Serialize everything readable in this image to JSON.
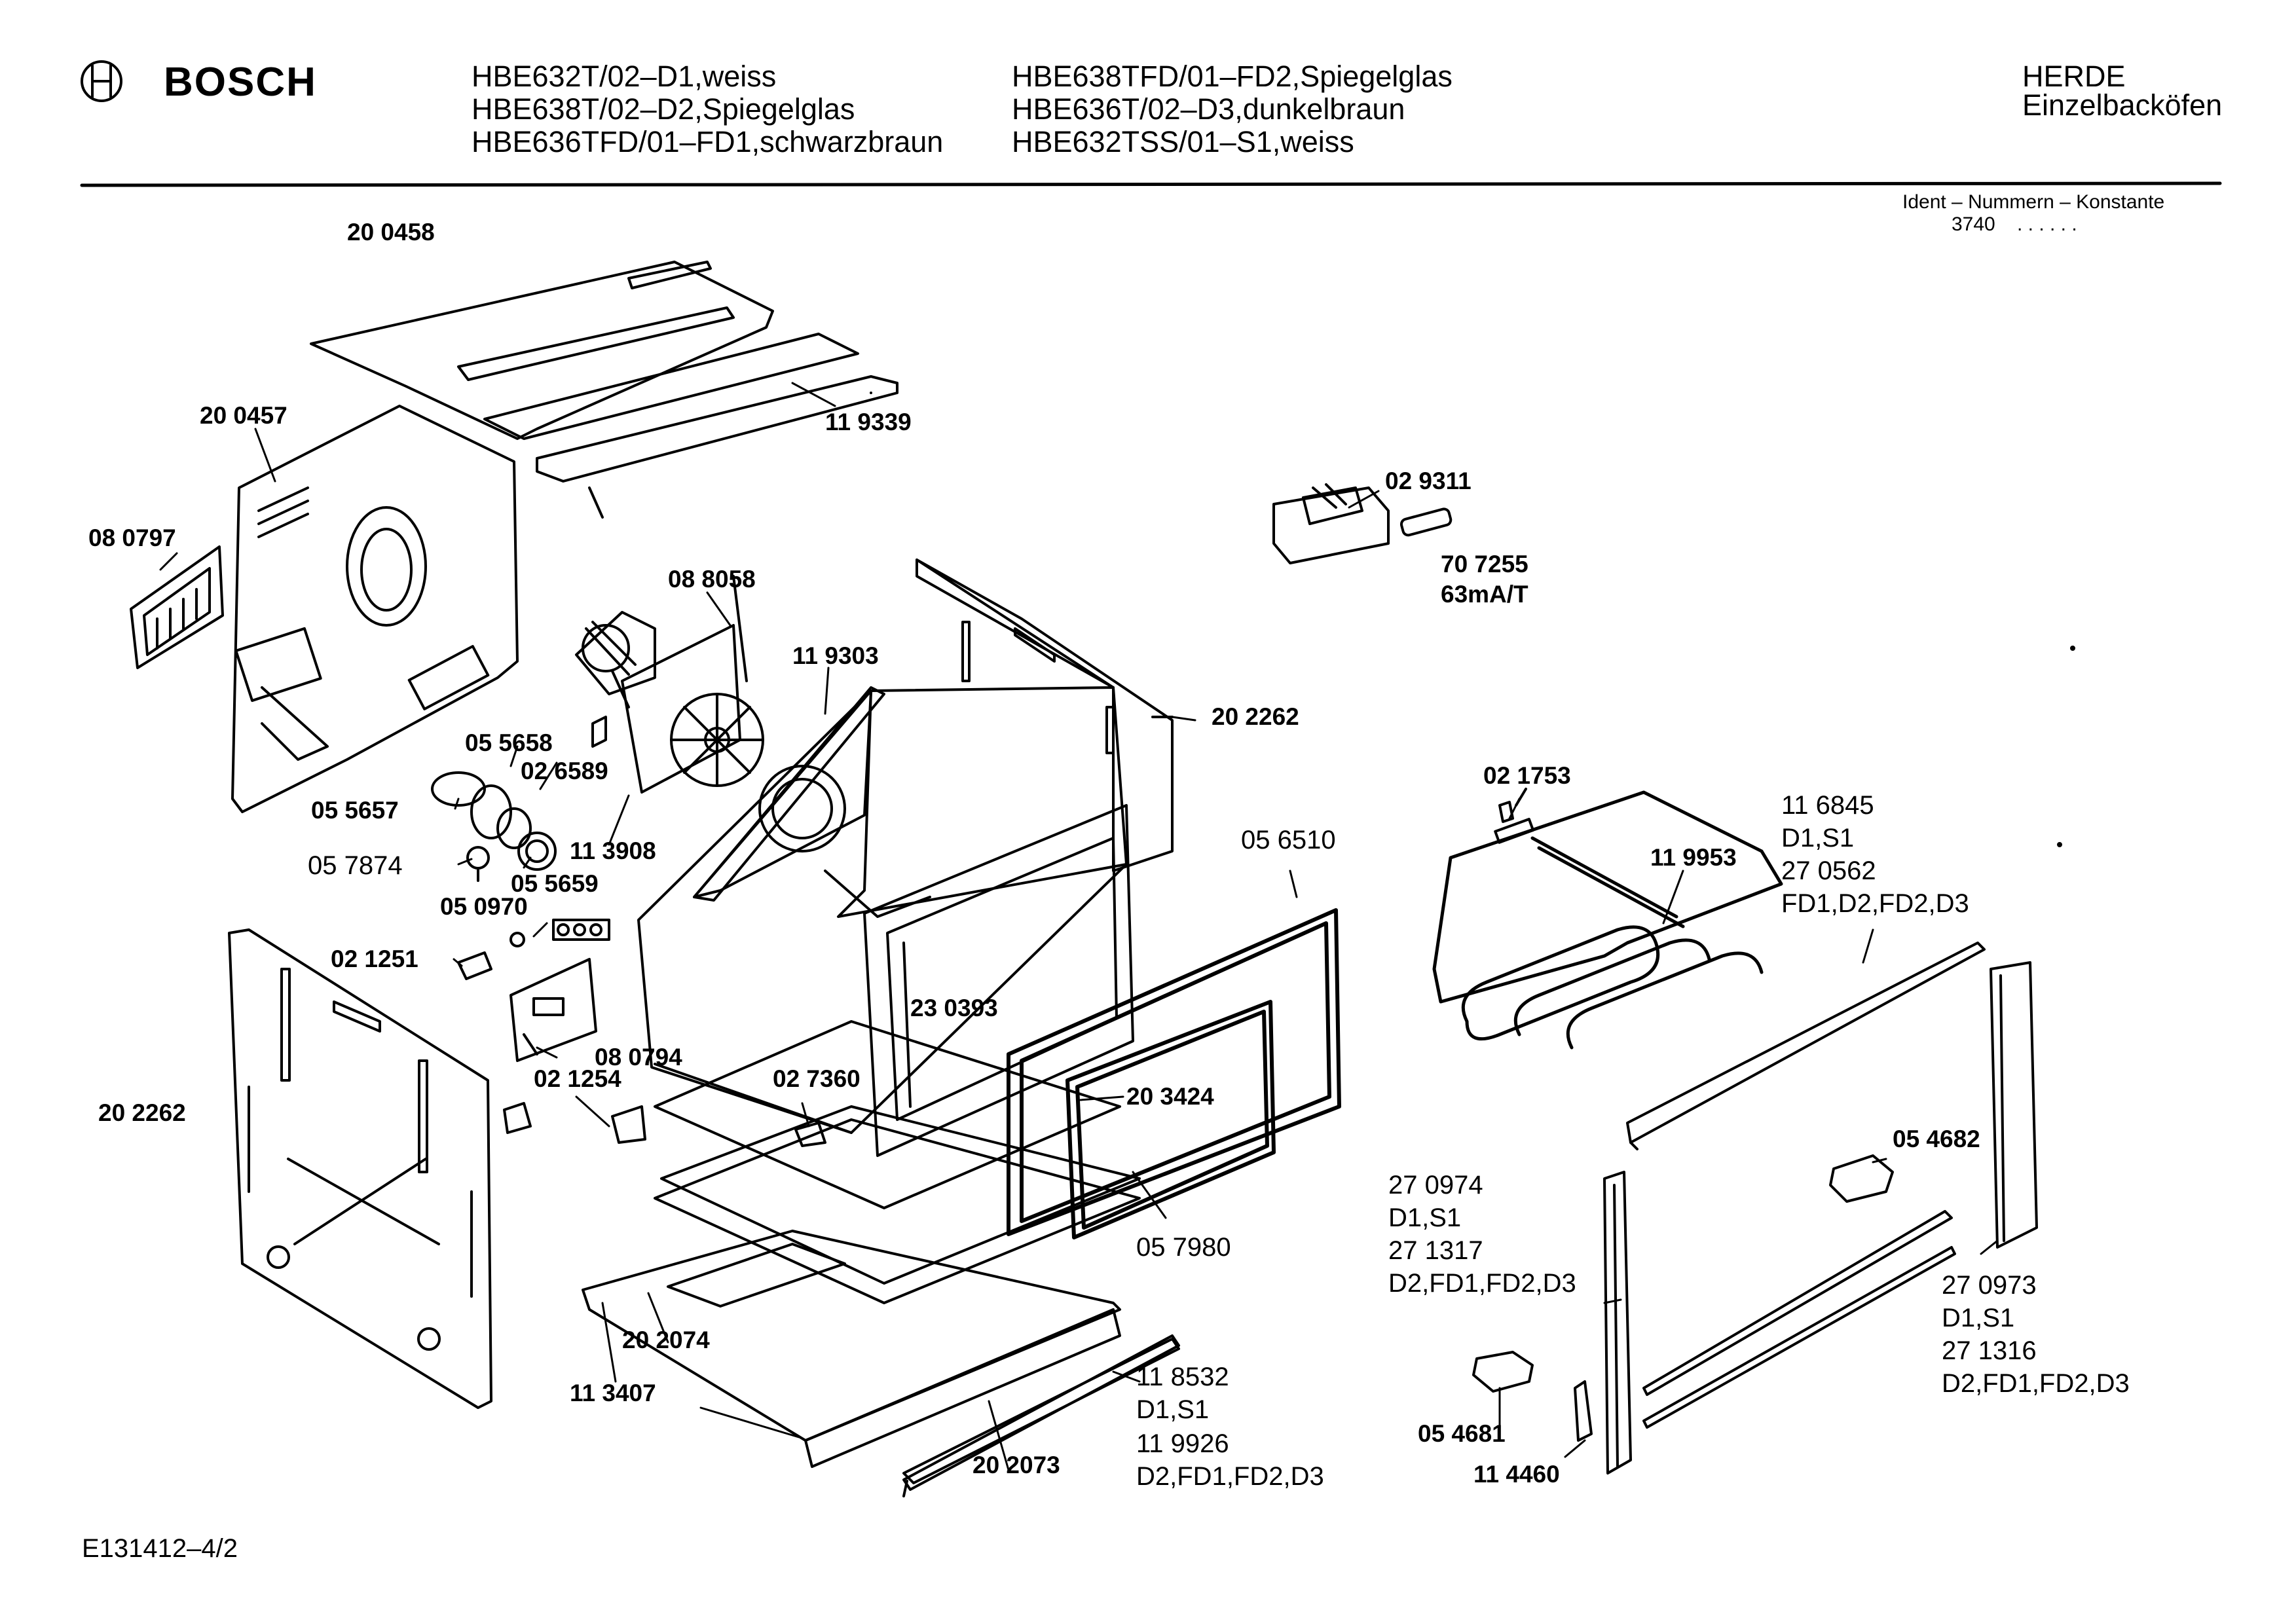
{
  "header": {
    "brand": "BOSCH",
    "models_col1": [
      "HBE632T/02–D1,weiss",
      "HBE638T/02–D2,Spiegelglas",
      "HBE636TFD/01–FD1,schwarzbraun"
    ],
    "models_col2": [
      "HBE638TFD/01–FD2,Spiegelglas",
      "HBE636T/02–D3,dunkelbraun",
      "HBE632TSS/01–S1,weiss"
    ],
    "category": [
      "HERDE",
      "Einzelbacköfen"
    ],
    "ident_title": "Ident – Nummern – Konstante",
    "ident_value": "3740",
    "ident_dots": ". .   . . . ."
  },
  "parts": {
    "p200458": "20 0458",
    "p119339": "11 9339",
    "p200457": "20 0457",
    "p080797": "08 0797",
    "p088058": "08 8058",
    "p119303": "11 9303",
    "p029311": "02 9311",
    "p707255": "70 7255",
    "p63ma": "63mA/T",
    "p202262a": "20 2262",
    "p055658": "05 5658",
    "p026589": "02 6589",
    "p055657": "05 5657",
    "p113908": "11 3908",
    "p057874": "05 7874",
    "p055659": "05 5659",
    "p050970": "05 0970",
    "p021251": "02 1251",
    "p080794": "08 0794",
    "p021254": "02 1254",
    "p027360": "02 7360",
    "p230393": "23 0393",
    "p203424": "20 3424",
    "p056510": "05 6510",
    "p057980": "05 7980",
    "p202262b": "20 2262",
    "p202074": "20 2074",
    "p113407": "11 3407",
    "p202073": "20 2073",
    "p118532": "11 8532",
    "p118532_v": "D1,S1",
    "p119926": "11 9926",
    "p119926_v": "D2,FD1,FD2,D3",
    "p021753": "02 1753",
    "p119953": "11 9953",
    "p116845": "11 6845",
    "p116845_v": "D1,S1",
    "p270562": "27 0562",
    "p270562_v": "FD1,D2,FD2,D3",
    "p054682": "05 4682",
    "p270974": "27 0974",
    "p270974_v": "D1,S1",
    "p271317": "27 1317",
    "p271317_v": "D2,FD1,FD2,D3",
    "p270973": "27 0973",
    "p270973_v": "D1,S1",
    "p271316": "27 1316",
    "p271316_v": "D2,FD1,FD2,D3",
    "p054681": "05 4681",
    "p114460": "11 4460"
  },
  "footer": {
    "doc_id": "E131412–4/2"
  }
}
